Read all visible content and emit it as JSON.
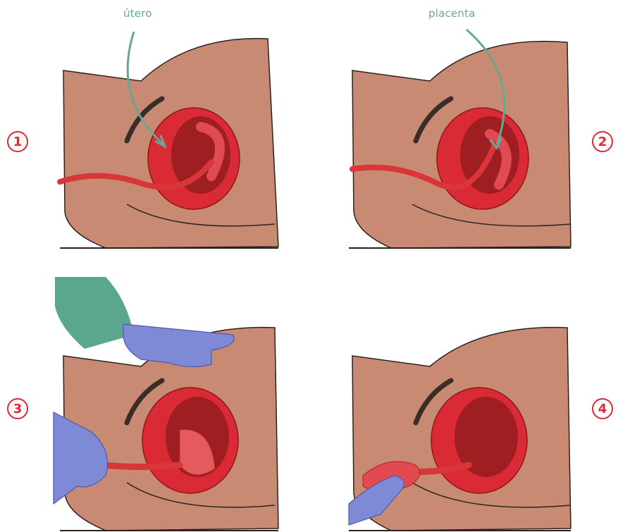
{
  "labels": {
    "uterus": "útero",
    "placenta": "placenta"
  },
  "steps": [
    "1",
    "2",
    "3",
    "4"
  ],
  "colors": {
    "skin": "#c98a74",
    "skin_dark": "#a8705c",
    "uterus_outer": "#d92a35",
    "uterus_inner": "#9e1e22",
    "cord": "#d9363a",
    "label": "#6aa595",
    "glove": "#7f8ad6",
    "sleeve": "#5aa68f",
    "outline": "#2b2220"
  },
  "icons": {
    "arrow": "curved-arrow-icon"
  }
}
